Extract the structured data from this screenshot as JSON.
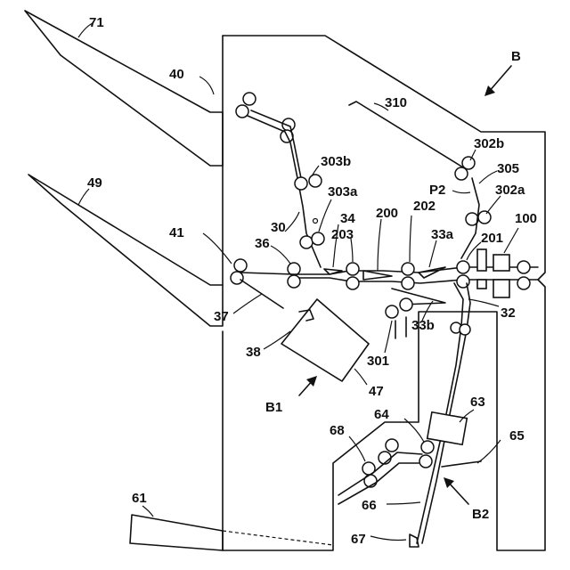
{
  "labels": {
    "l71": "71",
    "l40": "40",
    "l49": "49",
    "l41": "41",
    "l37": "37",
    "l38": "38",
    "l36": "36",
    "l30": "30",
    "l303b": "303b",
    "l303a": "303a",
    "l34": "34",
    "l200": "200",
    "l203": "203",
    "l202": "202",
    "l33a": "33a",
    "l201": "201",
    "l100": "100",
    "l310": "310",
    "l302b": "302b",
    "l305": "305",
    "lP2": "P2",
    "l302a": "302a",
    "lB": "B",
    "l32": "32",
    "l33b": "33b",
    "l301": "301",
    "l47": "47",
    "lB1": "B1",
    "l63": "63",
    "l64": "64",
    "l65": "65",
    "l68": "68",
    "l66": "66",
    "lB2": "B2",
    "l61": "61",
    "l67": "67"
  }
}
